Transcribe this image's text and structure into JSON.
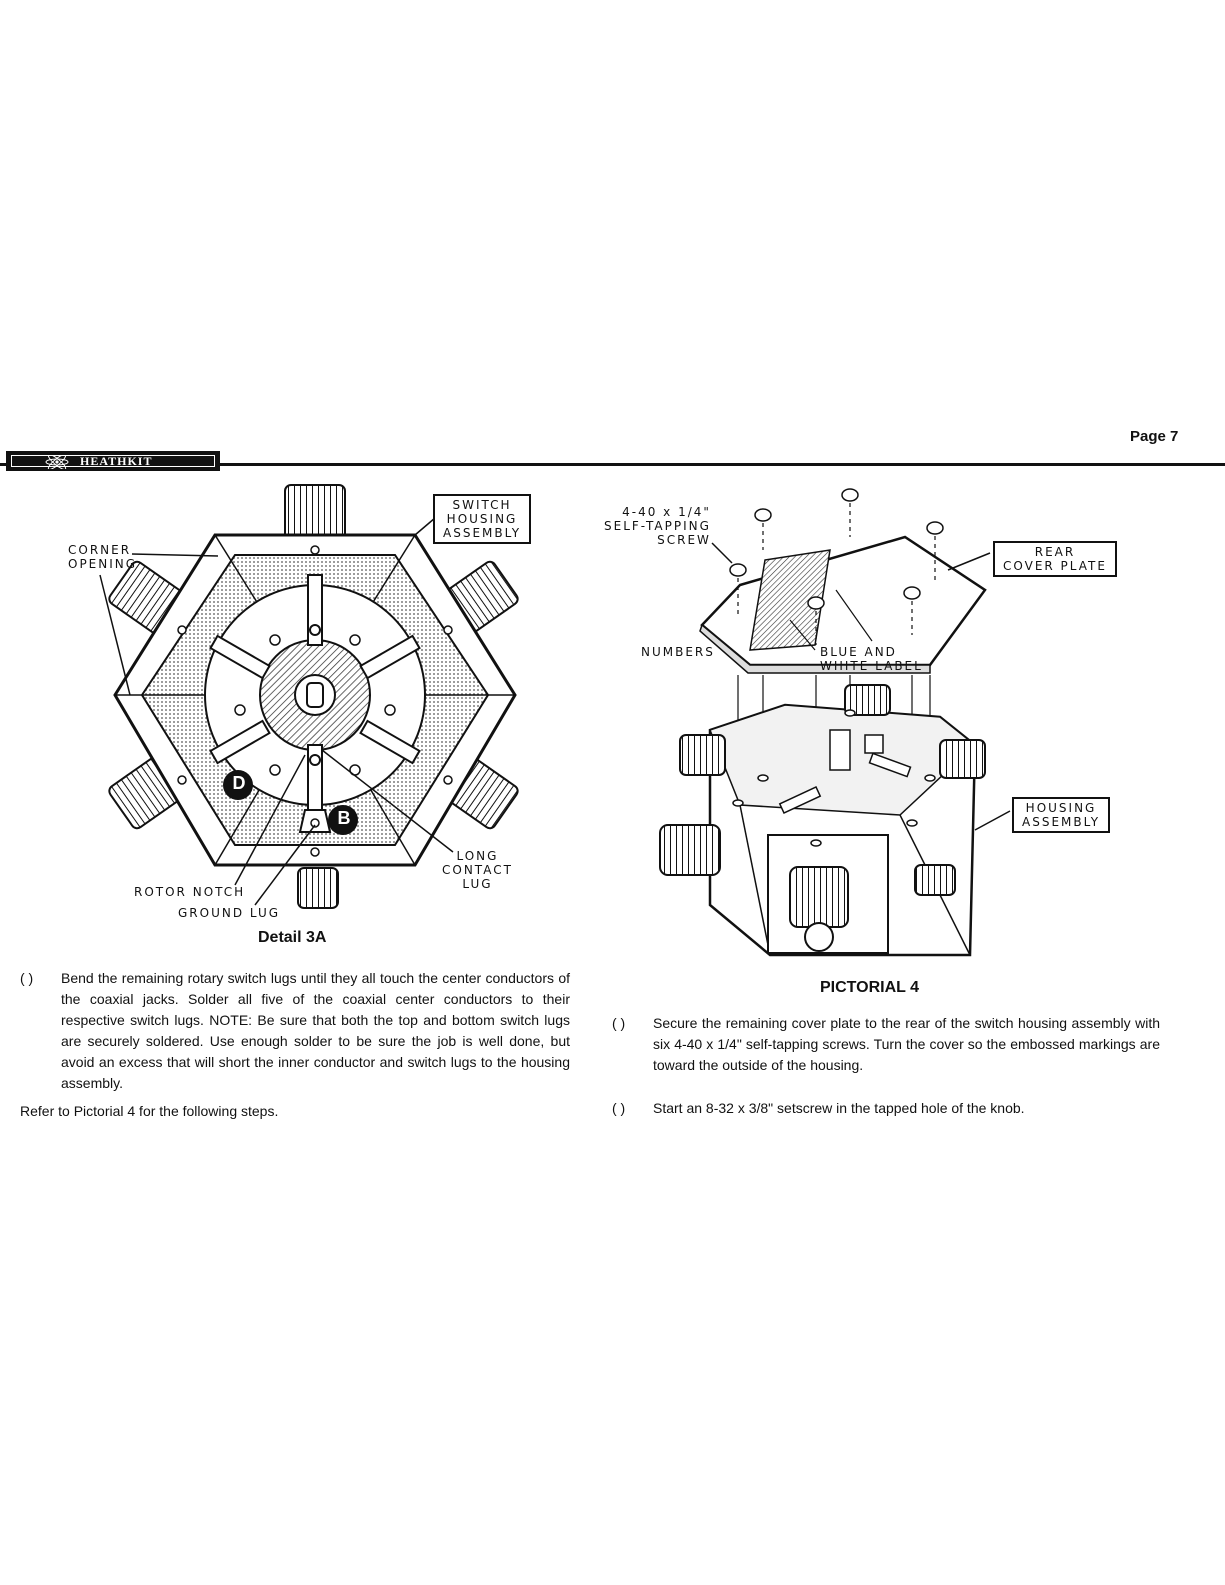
{
  "header": {
    "page_label": "Page 7",
    "brand": "HEATHKIT"
  },
  "detail3a": {
    "caption": "Detail 3A",
    "labels": {
      "switch_housing_assembly": "SWITCH\nHOUSING\nASSEMBLY",
      "corner_opening": "CORNER\nOPENING",
      "rotor_notch": "ROTOR NOTCH",
      "ground_lug": "GROUND LUG",
      "long_contact_lug": "LONG\nCONTACT\nLUG",
      "marker_d": "D",
      "marker_b": "B"
    }
  },
  "pictorial4": {
    "caption": "PICTORIAL 4",
    "labels": {
      "screw": "4-40 x 1/4\"\nSELF-TAPPING\nSCREW",
      "rear_cover_plate": "REAR\nCOVER PLATE",
      "numbers": "NUMBERS",
      "blue_white_label": "BLUE AND\nWHITE LABEL",
      "housing_assembly": "HOUSING\nASSEMBLY"
    }
  },
  "steps": {
    "checkbox": "(   )",
    "step1": "Bend the remaining rotary switch lugs until they all touch the center conductors of the coaxial jacks. Solder all five of the coaxial center conductors to their respective switch lugs. NOTE: Be sure that both the top and bottom switch lugs are securely soldered. Use enough solder to be sure the job is well done, but avoid an excess that will short the inner conductor and switch lugs to the housing assembly.",
    "refer": "Refer to Pictorial 4 for the following steps.",
    "step2": "Secure the remaining cover plate to the rear of the switch housing assembly with six 4-40 x 1/4\" self-tapping screws. Turn the cover so the embossed markings are toward the outside of the housing.",
    "step3": "Start an 8-32 x 3/8\" setscrew in the tapped hole of the knob."
  }
}
